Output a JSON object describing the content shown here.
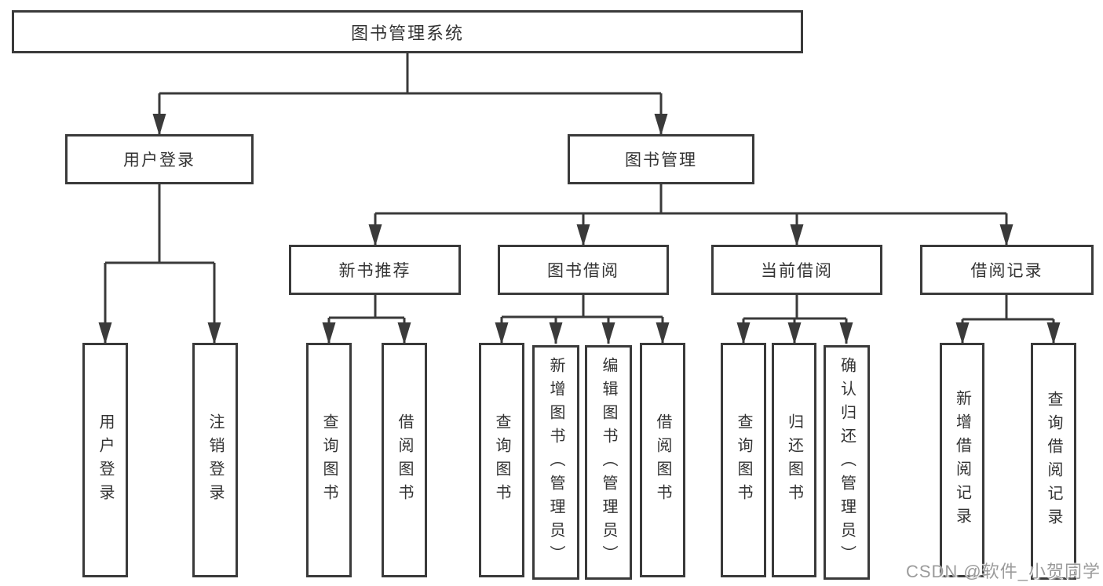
{
  "diagram": {
    "title": "图书管理系统",
    "root": {
      "label": "图书管理系统"
    },
    "level2": {
      "user_login": {
        "label": "用户登录"
      },
      "book_management": {
        "label": "图书管理"
      }
    },
    "level3": {
      "new_book": {
        "label": "新书推荐"
      },
      "book_borrow": {
        "label": "图书借阅"
      },
      "current_borrow": {
        "label": "当前借阅"
      },
      "borrow_record": {
        "label": "借阅记录"
      }
    },
    "leaves": {
      "user_login": [
        "用户登录",
        "注销登录"
      ],
      "new_book": [
        "查询图书",
        "借阅图书"
      ],
      "book_borrow": [
        "查询图书",
        "新增图书（管理员）",
        "编辑图书（管理员）",
        "借阅图书"
      ],
      "current_borrow": [
        "查询图书",
        "归还图书",
        "确认归还（管理员）"
      ],
      "borrow_record": [
        "新增借阅记录",
        "查询借阅记录"
      ]
    }
  },
  "watermark": {
    "text": "CSDN @软件_小贺同学"
  },
  "colors": {
    "line": "#3a3a3a",
    "text": "#333333",
    "background": "#ffffff",
    "watermark_gray": "#9b9b9b"
  }
}
